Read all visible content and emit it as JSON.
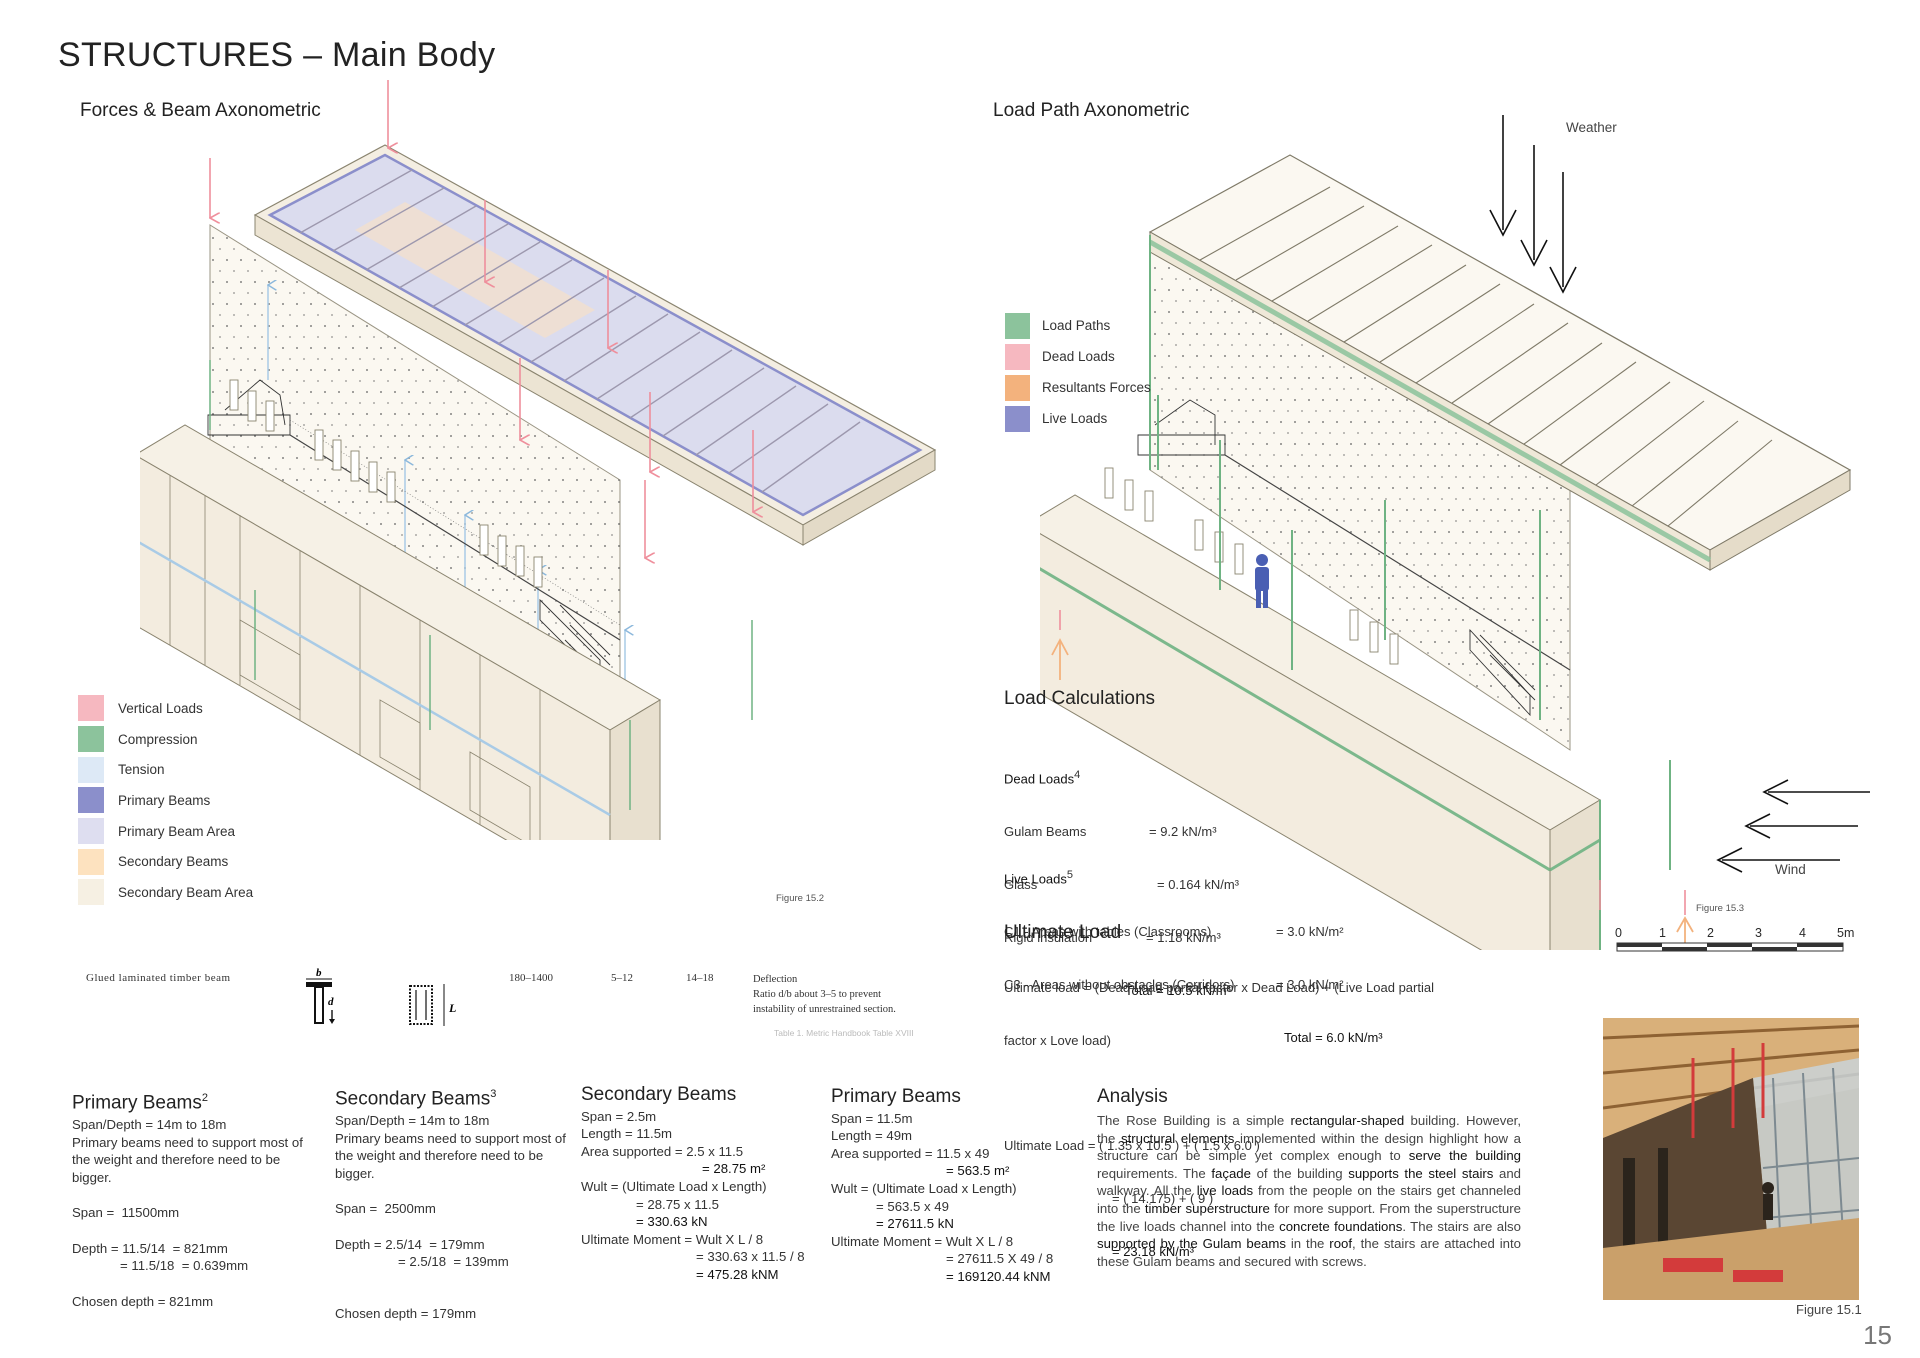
{
  "page": {
    "title": "STRUCTURES – Main Body",
    "number": "15"
  },
  "left_panel": {
    "heading": "Forces & Beam Axonometric",
    "figure": "Figure 15.2",
    "legend": [
      {
        "label": "Vertical Loads",
        "color": "#f6b8c0"
      },
      {
        "label": "Compression",
        "color": "#8cc39c"
      },
      {
        "label": "Tension",
        "color": "#dde9f6"
      },
      {
        "label": "Primary Beams",
        "color": "#8b8fcb"
      },
      {
        "label": "Primary Beam Area",
        "color": "#dedef0"
      },
      {
        "label": "Secondary Beams",
        "color": "#fde2bf"
      },
      {
        "label": "Secondary Beam Area",
        "color": "#f6f0e3"
      }
    ]
  },
  "right_panel": {
    "heading": "Load Path Axonometric",
    "weather": "Weather",
    "wind": "Wind",
    "figure": "Figure 15.3",
    "legend": [
      {
        "label": "Load Paths",
        "color": "#8cc39c"
      },
      {
        "label": "Dead Loads",
        "color": "#f6b8c0"
      },
      {
        "label": "Resultants Forces",
        "color": "#f3b27d"
      },
      {
        "label": "Live Loads",
        "color": "#8b8fcb"
      }
    ],
    "scale": [
      "0",
      "1",
      "2",
      "3",
      "4",
      "5m"
    ]
  },
  "table": {
    "beam_name": "Glued  laminated  timber  beam",
    "span": "180–1400",
    "ratio1": "5–12",
    "ratio2": "14–18",
    "deflection": [
      "Deflection",
      "Ratio  d/b  about  3–5  to  prevent",
      "instability   of   unrestrained   section."
    ],
    "caption": "Table 1. Metric Handbook Table XVIII",
    "label_b": "b",
    "label_d": "d",
    "label_L": "L"
  },
  "load_calc": {
    "heading": "Load Calculations",
    "dead_title": "Dead Loads",
    "dead_sup": "4",
    "dead_lines": [
      [
        "Gulam Beams",
        "= 9.2 kN/m³"
      ],
      [
        "Glass",
        "= 0.164 kN/m³"
      ],
      [
        "Rigid insulation",
        "= 1.18 kN/m³"
      ]
    ],
    "dead_total": "Total = 10.5 kN/m³",
    "live_title": "Live Loads",
    "live_sup": "5",
    "live_lines": [
      [
        "C1 - Areas with tables (Classrooms)",
        "= 3.0 kN/m²"
      ],
      [
        "C3 - Areas without obstacles (Corridors)",
        "= 3.0 kN/m²"
      ]
    ],
    "live_total": "Total = 6.0 kN/m³"
  },
  "ultimate": {
    "heading": "Ultimate Load",
    "formula1": "Ultimate load = (Dead Load partial factor x Dead Load) + (Live Load partial",
    "formula2": "factor x Love load)",
    "calc1": "Ultimate Load = ( 1.35 x 10.5 ) + ( 1.5 x 6.0 )",
    "calc2": "= ( 14.175) + ( 9 )",
    "calc3": "= 23.18 kN/m³"
  },
  "columns": {
    "c1": {
      "title": "Primary Beams",
      "sup": "2",
      "l1": "Span/Depth = 14m to 18m",
      "l2": "Primary beams need to support most of the weight and therefore need to be bigger.",
      "l3": "Span =  11500mm",
      "l4": "Depth = 11.5/14  = 821mm",
      "l5": "= 11.5/18  = 0.639mm",
      "l6": "Chosen depth = 821mm"
    },
    "c2": {
      "title": "Secondary Beams",
      "sup": "3",
      "l1": "Span/Depth = 14m to 18m",
      "l2": "Primary beams need to support most of the weight and therefore need to be bigger.",
      "l3": "Span =  2500mm",
      "l4": "Depth = 2.5/14  = 179mm",
      "l5": "= 2.5/18  = 139mm",
      "l6": "Chosen depth = 179mm"
    },
    "c3": {
      "title": "Secondary Beams",
      "l1": "Span = 2.5m",
      "l2": "Length = 11.5m",
      "l3": "Area supported = 2.5 x 11.5",
      "l4": "= 28.75 m²",
      "l5": "Wult = (Ultimate Load x Length)",
      "l6": "= 28.75 x 11.5",
      "l7": "= 330.63 kN",
      "l8": "Ultimate Moment = Wult X L / 8",
      "l9": "= 330.63 x 11.5 / 8",
      "l10": "= 475.28 kNM"
    },
    "c4": {
      "title": "Primary Beams",
      "l1": "Span = 11.5m",
      "l2": "Length = 49m",
      "l3": "Area supported = 11.5 x 49",
      "l4": "= 563.5 m²",
      "l5": "Wult = (Ultimate Load x Length)",
      "l6": "= 563.5 x 49",
      "l7": "= 27611.5 kN",
      "l8": "Ultimate Moment = Wult X L / 8",
      "l9": "= 27611.5 X 49 / 8",
      "l10": "= 169120.44 kNM"
    }
  },
  "analysis": {
    "title": "Analysis",
    "t1": "The Rose Building is a simple ",
    "b1": "rectangular-shaped",
    "t2": " building. However, the ",
    "b2": "structural elements",
    "t3": " implemented within the design highlight how a structure can be simple yet complex enough to ",
    "b3": "serve the building",
    "t4": " requirements. The ",
    "b4": "façade",
    "t5": " of the building ",
    "b5": "supports the steel stairs",
    "t6": " and walkway. All the ",
    "b6": "live loads",
    "t7": " from the people on the stairs get channeled into the ",
    "b7": "timber superstructure",
    "t8": " for more support. From the superstructure the live loads channel into the ",
    "b8": "concrete foundations",
    "t9": ". The stairs are also ",
    "b9": "supported by the Gulam beams",
    "t10": " in the ",
    "b10": "roof",
    "t11": ", the stairs are attached into these Gulam beams and secured with screws."
  },
  "photo": {
    "caption": "Figure 15.1"
  }
}
